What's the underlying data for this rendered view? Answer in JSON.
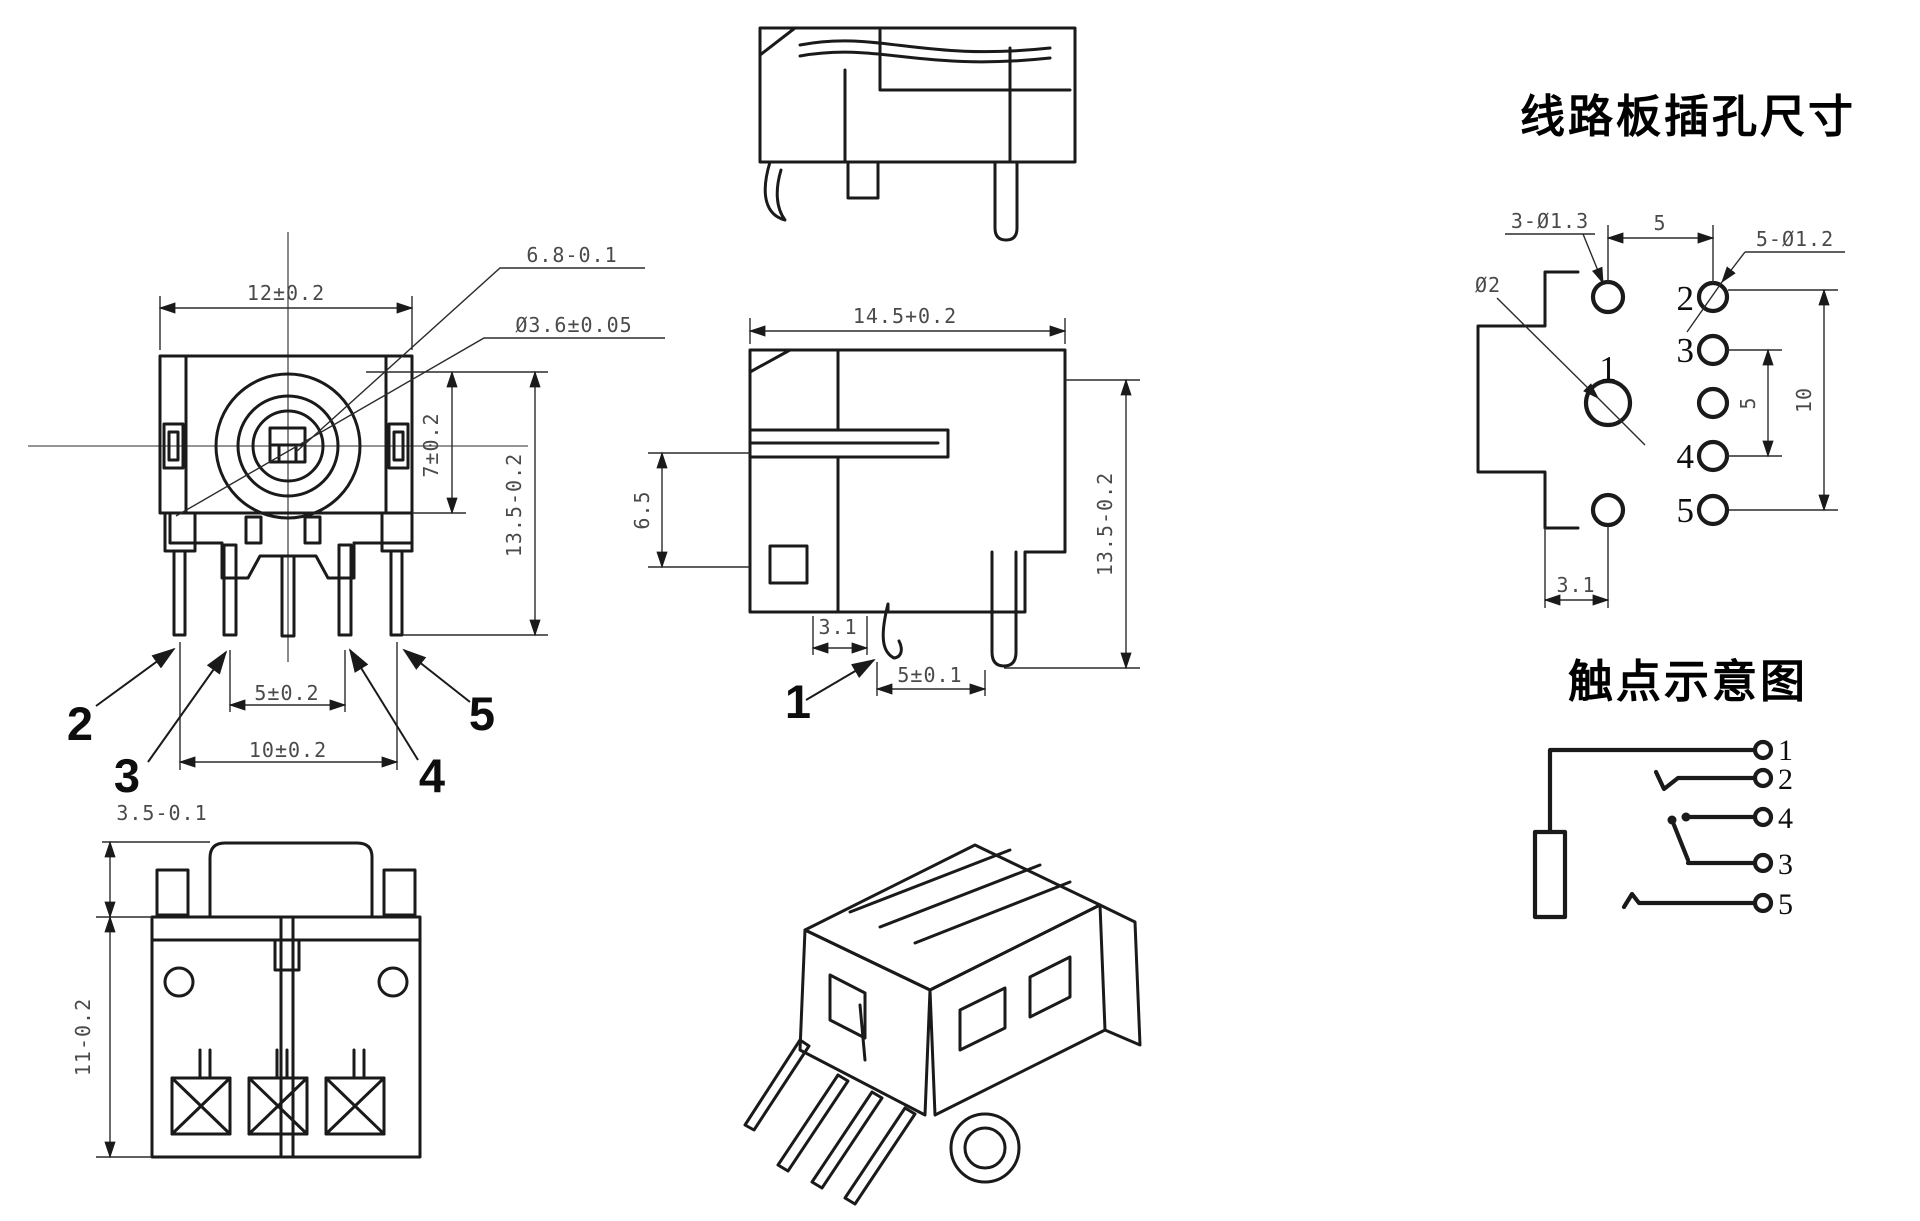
{
  "titles": {
    "pcb_holes": "线路板插孔尺寸",
    "contact": "触点示意图"
  },
  "front_view": {
    "dim_width": "12±0.2",
    "dim_tab": "6.8-0.1",
    "dim_barrel": "Ø3.6±0.05",
    "dim_half_height": "7±0.2",
    "dim_total_height": "13.5-0.2",
    "dim_pitch_inner": "5±0.2",
    "dim_pitch_outer": "10±0.2",
    "pin_2": "2",
    "pin_3": "3",
    "pin_4": "4",
    "pin_5": "5"
  },
  "side_view": {
    "dim_width": "14.5+0.2",
    "dim_depth": "6.5",
    "dim_total_height": "13.5-0.2",
    "dim_pin_offset": "3.1",
    "dim_pin_pitch": "5±0.1",
    "pin_1": "1"
  },
  "bottom_view": {
    "dim_cap": "3.5-0.1",
    "dim_body": "11-0.2"
  },
  "pcb_layout": {
    "label_holes_small": "3-Ø1.3",
    "dim_top_pitch": "5",
    "label_holes_row": "5-Ø1.2",
    "label_center_hole": "Ø2",
    "hole_1": "1",
    "hole_2": "2",
    "hole_3": "3",
    "hole_4": "4",
    "hole_5": "5",
    "dim_mid_pitch": "5",
    "dim_row_span": "10",
    "dim_edge": "3.1"
  },
  "contact_diagram": {
    "pin_1": "1",
    "pin_2": "2",
    "pin_4": "4",
    "pin_3": "3",
    "pin_5": "5"
  }
}
